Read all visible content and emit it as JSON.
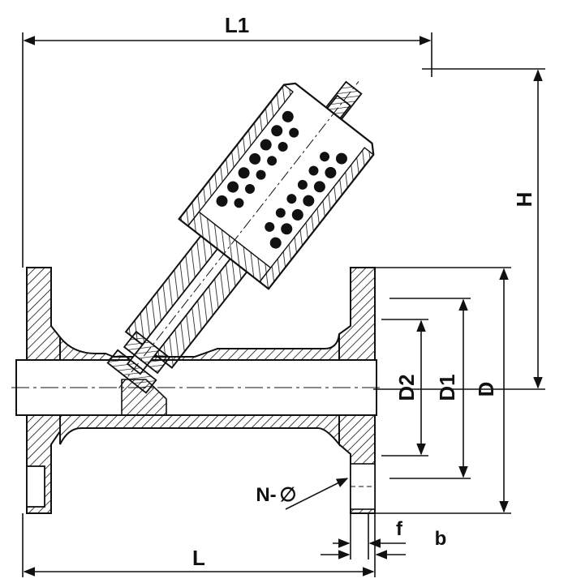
{
  "labels": {
    "overall_length": "L1",
    "height": "H",
    "face_to_face": "L",
    "bore": "D2",
    "bolt_circle": "D1",
    "flange_od": "D",
    "bolt_holes": "N-",
    "hole_symbol": "∅",
    "raised_face": "f",
    "flange_thickness": "b"
  },
  "colors": {
    "ink": "#111111",
    "paper": "#ffffff"
  },
  "icons": {
    "diameter_symbol": "circle-slash-icon"
  }
}
